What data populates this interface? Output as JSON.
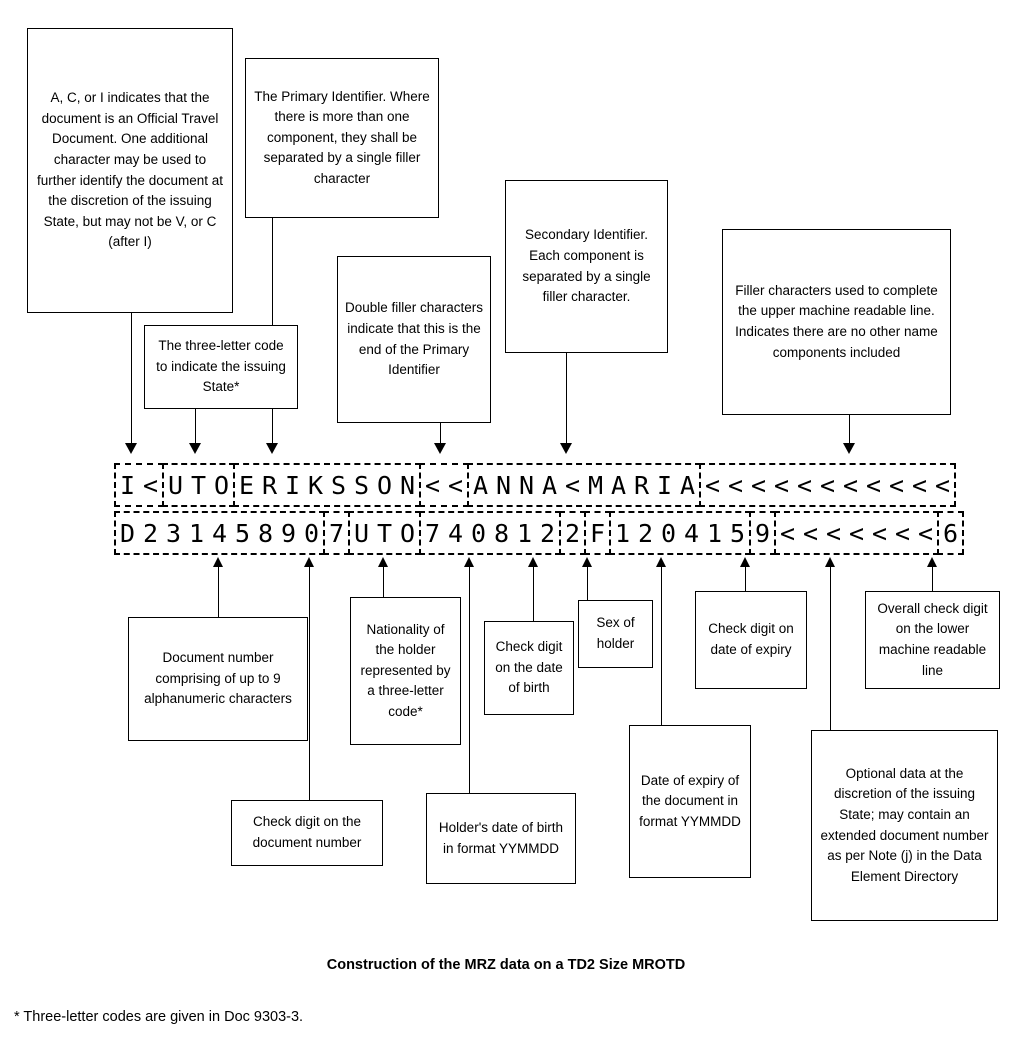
{
  "diagram": {
    "title": "Construction of the MRZ data on a TD2 Size MROTD",
    "footnote": "* Three-letter codes are given in Doc 9303-3.",
    "mrz": {
      "line1": {
        "groups": [
          {
            "name": "document-type",
            "text": "I<"
          },
          {
            "name": "issuing-state",
            "text": "UTO"
          },
          {
            "name": "primary-identifier",
            "text": "ERIKSSON"
          },
          {
            "name": "double-filler",
            "text": "<<"
          },
          {
            "name": "secondary-identifier",
            "text": "ANNA<MARIA"
          },
          {
            "name": "name-filler",
            "text": "<<<<<<<<<<<"
          }
        ],
        "full": "I<UTOERIKSSON<<ANNA<MARIA<<<<<<<<<<<"
      },
      "line2": {
        "groups": [
          {
            "name": "document-number",
            "text": "D23145890"
          },
          {
            "name": "document-number-check-digit",
            "text": "7"
          },
          {
            "name": "nationality",
            "text": "UTO"
          },
          {
            "name": "date-of-birth",
            "text": "740812"
          },
          {
            "name": "date-of-birth-check-digit",
            "text": "2"
          },
          {
            "name": "sex",
            "text": "F"
          },
          {
            "name": "date-of-expiry",
            "text": "120415"
          },
          {
            "name": "date-of-expiry-check-digit",
            "text": "9"
          },
          {
            "name": "optional-data",
            "text": "<<<<<<<"
          },
          {
            "name": "overall-check-digit",
            "text": "6"
          }
        ],
        "full": "D231458907UTO7408122F1204159<<<<<<<6"
      }
    },
    "callouts": {
      "document_type": "A, C, or I indicates that the document is an Official Travel Document. One additional character may be used to further identify the document at the discretion of the issuing  State, but may not be V, or C (after I)",
      "issuing_state": "The three-letter code to indicate the issuing State*",
      "primary_identifier": "The Primary Identifier. Where there is more than one component, they shall be separated by a single filler character",
      "double_filler": "Double filler characters indicate that this is the end of the Primary Identifier",
      "secondary_identifier": "Secondary Identifier. Each component is separated by a single filler character.",
      "name_filler": "Filler characters used to complete the upper machine readable line. Indicates there are no other name components included",
      "document_number": "Document number comprising of up to 9 alphanumeric characters",
      "document_number_check": "Check digit on the document number",
      "nationality": "Nationality of the holder represented by a three-letter code*",
      "date_of_birth": "Holder's date of birth in format YYMMDD",
      "date_of_birth_check": "Check digit on the date of birth",
      "sex": "Sex of holder",
      "date_of_expiry": "Date of expiry of the document in format YYMMDD",
      "date_of_expiry_check": "Check digit on date of expiry",
      "optional_data": "Optional data at the discretion of the issuing State; may contain an extended document number as per Note (j) in the Data Element Directory",
      "overall_check": "Overall check digit on the lower machine readable line"
    }
  }
}
